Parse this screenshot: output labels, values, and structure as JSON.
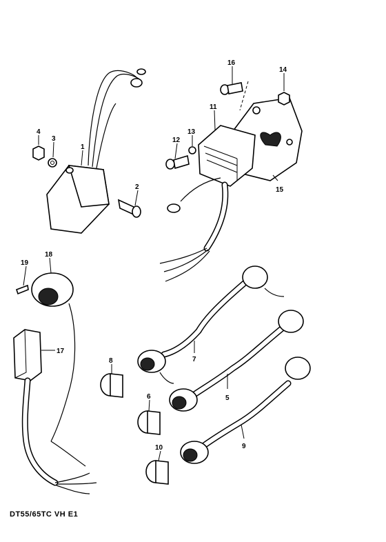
{
  "diagram_code": "DT55/65TC VH E1",
  "callouts": {
    "c1": "1",
    "c2": "2",
    "c3": "3",
    "c4": "4",
    "c5": "5",
    "c6": "6",
    "c7": "7",
    "c8": "8",
    "c9": "9",
    "c10": "10",
    "c11": "11",
    "c12": "12",
    "c13": "13",
    "c14": "14",
    "c15": "15",
    "c16": "16",
    "c17": "17",
    "c18": "18",
    "c19": "19"
  }
}
